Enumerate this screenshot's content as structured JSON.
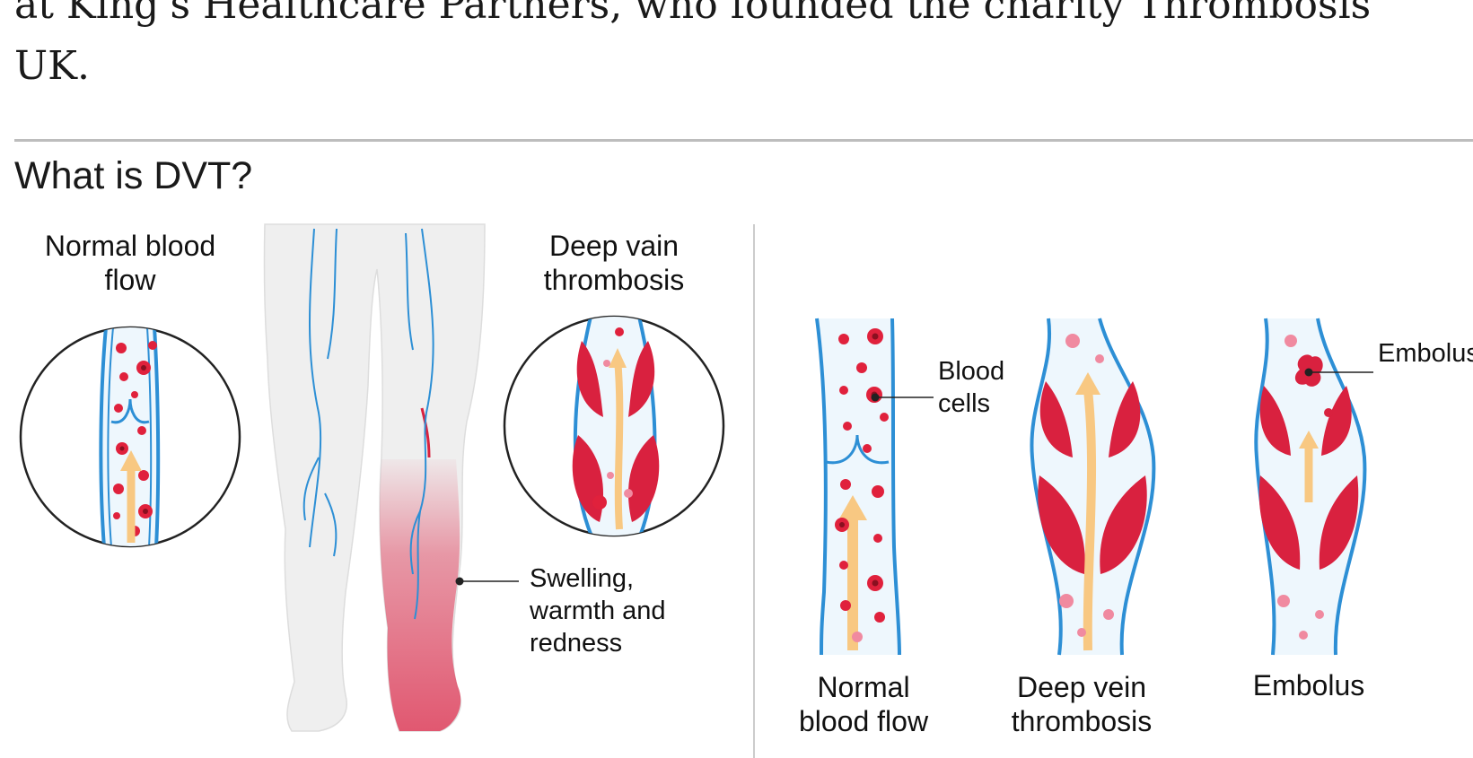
{
  "article": {
    "text": "at King's Healthcare Partners, who founded the charity Thrombosis\nUK."
  },
  "section": {
    "title": "What is DVT?"
  },
  "diagram": {
    "left_panel": {
      "normal_label_line1": "Normal blood",
      "normal_label_line2": "flow",
      "dvt_label_line1": "Deep vain",
      "dvt_label_line2": "thrombosis",
      "symptom_line1": "Swelling,",
      "symptom_line2": "warmth and",
      "symptom_line3": "redness"
    },
    "right_panel": {
      "blood_cells_line1": "Blood",
      "blood_cells_line2": "cells",
      "embolus_callout": "Embolus",
      "normal_line1": "Normal",
      "normal_line2": "blood flow",
      "dvt_line1": "Deep vein",
      "dvt_line2": "thrombosis",
      "embolus_caption": "Embolus"
    },
    "colors": {
      "vein": "#2d8fd5",
      "vein_fill": "#eef7fd",
      "cell": "#e0213c",
      "clot": "#d9213f",
      "clot_light": "#f08aa0",
      "arrow": "#f8c882",
      "leg": "#efefef",
      "inflamed": "#e0506a"
    }
  }
}
